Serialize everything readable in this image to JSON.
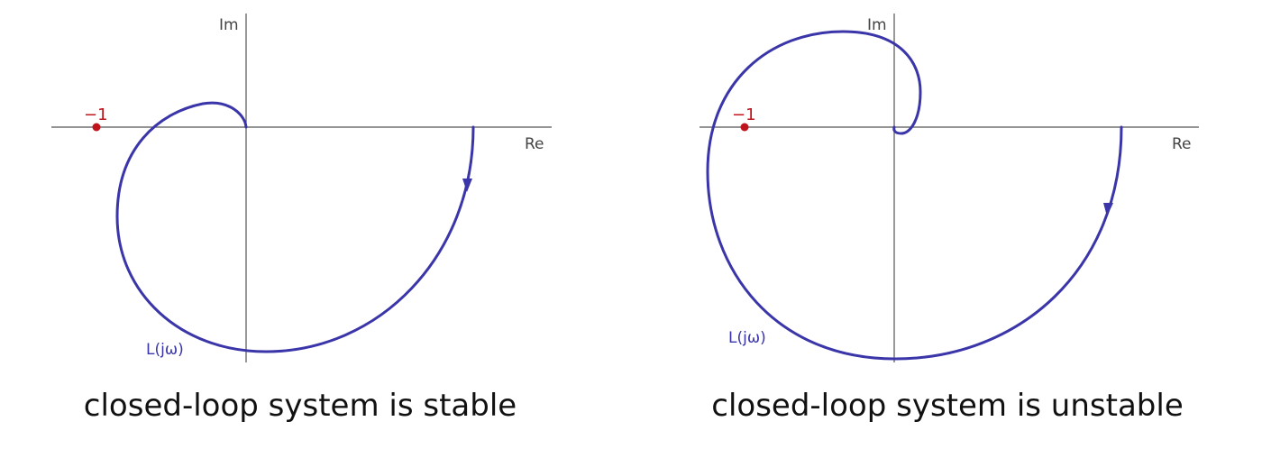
{
  "colors": {
    "curve": "#3a35a8",
    "critical_point": "#c0141c",
    "axis": "#555555",
    "text": "#111111"
  },
  "plots": [
    {
      "id": "stable",
      "axis_labels": {
        "x": "Re",
        "y": "Im"
      },
      "critical_point_label": "−1",
      "curve_label": "L(jω)",
      "caption": "closed-loop system is stable"
    },
    {
      "id": "unstable",
      "axis_labels": {
        "x": "Re",
        "y": "Im"
      },
      "critical_point_label": "−1",
      "curve_label": "L(jω)",
      "caption": "closed-loop system is unstable"
    }
  ]
}
